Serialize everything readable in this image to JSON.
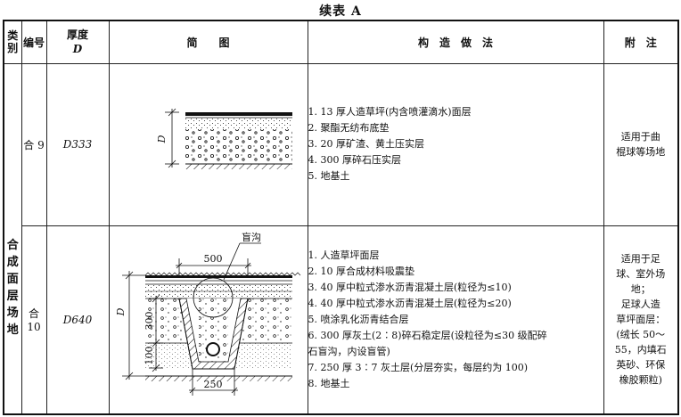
{
  "title": "续表 A",
  "headers": {
    "category": "类别",
    "number": "编号",
    "thickness_line1": "厚度",
    "thickness_line2": "D",
    "diagram": "简　　图",
    "method": "构　造　做　法",
    "note": "附　注"
  },
  "category": "合成面层场地",
  "rows": [
    {
      "number": "合 9",
      "thickness": "D333",
      "diagram_labels": {
        "D": "D"
      },
      "method": [
        "1. 13 厚人造草坪(内含喷灌滴水)面层",
        "2. 聚酯无纺布底垫",
        "3. 20 厚矿渣、黄土压实层",
        "4. 300 厚碎石压实层",
        "5. 地基土"
      ],
      "note": [
        "适用于曲",
        "棍球等场地"
      ]
    },
    {
      "number": "合 10",
      "thickness": "D640",
      "diagram_labels": {
        "trench": "盲沟",
        "dim_top": "500",
        "dim_bottom": "250",
        "dim_300": "300",
        "dim_100": "100",
        "D": "D"
      },
      "method": [
        "1. 人造草坪面层",
        "2. 10 厚合成材料吸震垫",
        "3. 40 厚中粒式渗水沥青混凝土层(粒径为≤10)",
        "4. 40 厚中粒式渗水沥青混凝土层(粒径为≤20)",
        "5. 喷涂乳化沥青结合层",
        "6. 300 厚灰土(2∶8)碎石稳定层(设粒径为≤30 级配碎",
        "石盲沟，内设盲管)",
        "7. 250 厚 3∶7 灰土层(分层夯实，每层约为 100)",
        "8. 地基土"
      ],
      "note": [
        "适用于足",
        "球、室外场",
        "地；",
        "足球人造",
        "草坪面层：",
        "(绒长 50～",
        "55，内填石",
        "英砂、环保",
        "橡胶颗粒)"
      ]
    }
  ]
}
